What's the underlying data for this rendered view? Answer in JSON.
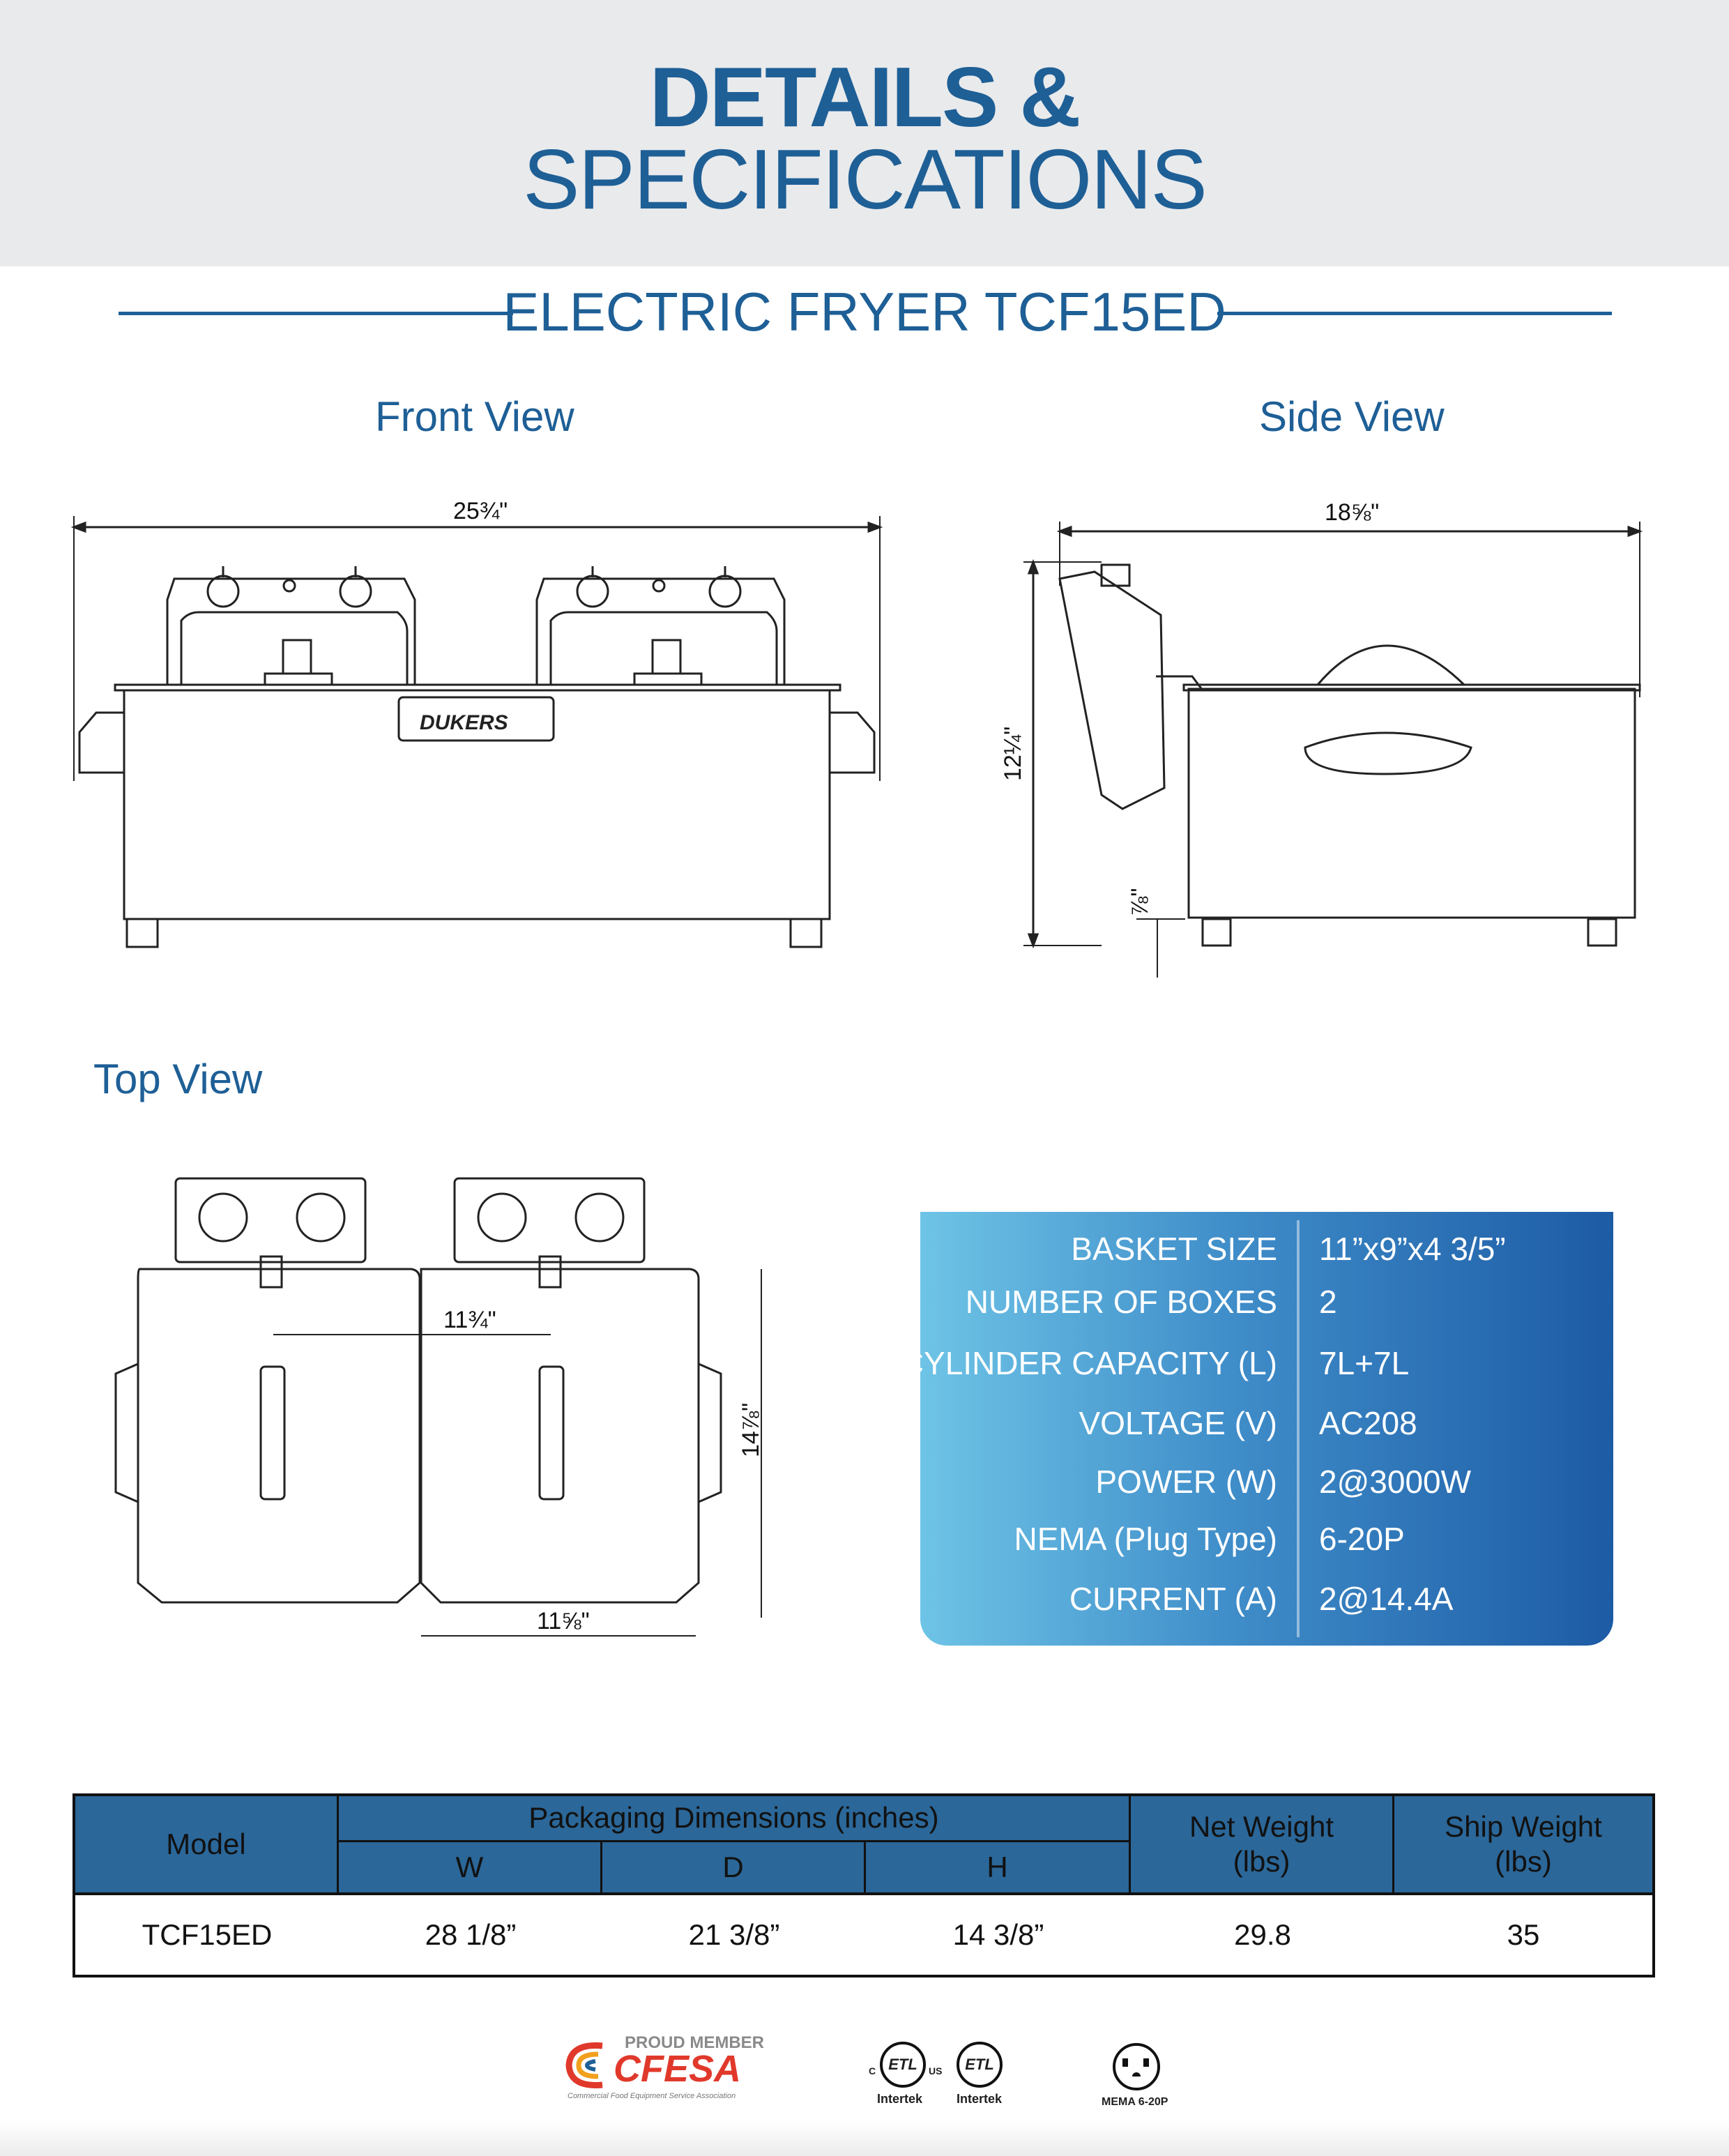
{
  "header": {
    "title_line1": "DETAILS &",
    "title_line2": "SPECIFICATIONS"
  },
  "subtitle": "ELECTRIC FRYER TCF15ED",
  "views": {
    "front": {
      "label": "Front View",
      "width_dim": "25¾\""
    },
    "side": {
      "label": "Side View",
      "depth_dim": "18⅝\"",
      "height_dim": "12¼\"",
      "leg_dim": "⅞\""
    },
    "top": {
      "label": "Top View",
      "inner_dim": "11¾\"",
      "depth_dim": "14⅞\"",
      "bottom_dim": "11⅝\""
    }
  },
  "brand": {
    "logo_text": "DUKERS"
  },
  "specs": [
    {
      "label": "BASKET SIZE",
      "value": "11”x9”x4 3/5”"
    },
    {
      "label": "NUMBER OF BOXES",
      "value": "2"
    },
    {
      "label": "CYLINDER CAPACITY (L)",
      "value": "7L+7L"
    },
    {
      "label": "VOLTAGE (V)",
      "value": "AC208"
    },
    {
      "label": "POWER (W)",
      "value": "2@3000W"
    },
    {
      "label": "NEMA (Plug Type)",
      "value": "6-20P"
    },
    {
      "label": "CURRENT (A)",
      "value": "2@14.4A"
    }
  ],
  "packaging_table": {
    "headers": {
      "model": "Model",
      "packaging": "Packaging Dimensions (inches)",
      "w": "W",
      "d": "D",
      "h": "H",
      "net_weight": "Net Weight\n(lbs)",
      "ship_weight": "Ship Weight\n(lbs)"
    },
    "row": {
      "model": "TCF15ED",
      "w": "28 1/8”",
      "d": "21 3/8”",
      "h": "14 3/8”",
      "net_weight": "29.8",
      "ship_weight": "35"
    }
  },
  "footer": {
    "cfesa_top": "PROUD MEMBER",
    "cfesa_name": "CFESA",
    "cfesa_sub": "Commercial Food Equipment Service Association",
    "etl_c": "C",
    "etl_us": "US",
    "etl_mark": "ETL",
    "intertek_1": "Intertek",
    "intertek_2": "Intertek",
    "nema_label": "MEMA 6-20P"
  },
  "colors": {
    "brand_blue": "#1e5f96",
    "table_header": "#2b6799",
    "spec_start": "#6ec4e6",
    "spec_end": "#1d5ba5",
    "header_band": "#e9eaec"
  }
}
